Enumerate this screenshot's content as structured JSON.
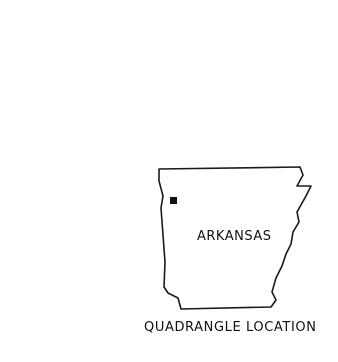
{
  "map": {
    "state_label": "ARKANSAS",
    "caption": "QUADRANGLE LOCATION",
    "outline_color": "#1a1a1a",
    "marker_color": "#111111",
    "marker_shape": "filled-square"
  }
}
